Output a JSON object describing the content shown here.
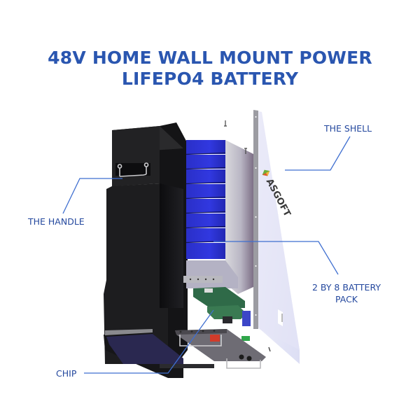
{
  "title": {
    "line1": "48V HOME WALL MOUNT POWER",
    "line2": "LIFEPO4 BATTERY"
  },
  "colors": {
    "title": "#2a56b0",
    "label_text": "#24489e",
    "leader_line": "#3f6fd0",
    "battery_cells": "#2b33d8",
    "casing": "#1c1c1c",
    "shell": "#e9eaf8"
  },
  "product": {
    "brand_logo": "ASGOFT"
  },
  "callouts": {
    "shell": {
      "label": "THE SHELL"
    },
    "handle": {
      "label": "THE HANDLE"
    },
    "pack": {
      "label_line1": "2 BY 8 BATTERY",
      "label_line2": "PACK"
    },
    "chip": {
      "label": "CHIP"
    }
  }
}
